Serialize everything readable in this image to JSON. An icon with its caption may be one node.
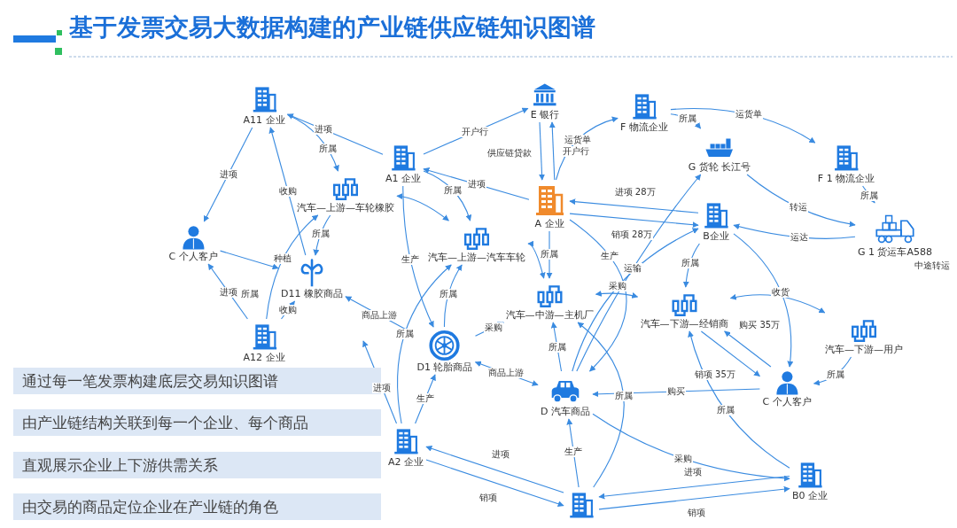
{
  "diagram": {
    "title": "基于发票交易大数据构建的产业链供应链知识图谱",
    "nodes": [
      {
        "text": [
          "A11 企业"
        ]
      },
      {
        "text": [
          "A1 企业"
        ]
      },
      {
        "text": [
          "E 银行"
        ]
      },
      {
        "text": [
          "F 物流企业"
        ]
      },
      {
        "text": [
          "G 货轮 长江号"
        ]
      },
      {
        "text": [
          "F 1 物流企业"
        ]
      },
      {
        "text": [
          "G 1 货运车A588"
        ]
      },
      {
        "text": [
          "汽车—上游—车轮橡胶"
        ]
      },
      {
        "text": [
          "汽车—上游—汽车车轮"
        ]
      },
      {
        "text": [
          "A 企业"
        ]
      },
      {
        "text": [
          "B企业"
        ]
      },
      {
        "text": [
          "C 个人客户"
        ]
      },
      {
        "text": [
          "D11 橡胶商品"
        ]
      },
      {
        "text": [
          "汽车—中游—主机厂"
        ]
      },
      {
        "text": [
          "汽车—下游—经销商"
        ]
      },
      {
        "text": [
          "汽车—下游—用户"
        ]
      },
      {
        "text": [
          "A12 企业"
        ]
      },
      {
        "text": [
          "D1 轮胎商品"
        ]
      },
      {
        "text": [
          "D 汽车商品"
        ]
      },
      {
        "text": [
          "C 个人客户"
        ]
      },
      {
        "text": [
          "A2 企业"
        ]
      },
      {
        "text": [
          "B0 企业"
        ]
      },
      {
        "text": [],
        "shape": "picture"
      },
      {
        "text": [
          "通过每一笔发票构建底层交易知识图谱"
        ]
      },
      {
        "text": [
          "由产业链结构关联到每一个企业、每个商品"
        ]
      },
      {
        "text": [
          "直观展示企业上下游供需关系"
        ]
      },
      {
        "text": [
          "由交易的商品定位企业在产业链的角色"
        ]
      }
    ],
    "edges": [
      {
        "from": 1,
        "to": 0,
        "arrow": "to",
        "label": "进项"
      },
      {
        "from": 1,
        "to": 2,
        "arrow": "to",
        "label": "开户行"
      },
      {
        "from": 2,
        "to": 9,
        "arrow": "to",
        "label": "供应链贷款"
      },
      {
        "from": 9,
        "to": 2,
        "arrow": "to",
        "label": "开户行"
      },
      {
        "from": 9,
        "to": 1,
        "arrow": "to",
        "label": "进项"
      },
      {
        "from": 0,
        "to": 7,
        "arrow": "to",
        "label": "所属"
      },
      {
        "from": 0,
        "to": 11,
        "arrow": "to",
        "label": "进项"
      },
      {
        "from": 1,
        "to": 8,
        "arrow": "to",
        "label": "所属"
      },
      {
        "from": 1,
        "to": 17,
        "arrow": "to",
        "label": "生产"
      },
      {
        "from": 7,
        "to": 8,
        "arrow": "both"
      },
      {
        "from": 7,
        "to": 12,
        "arrow": "to",
        "label": "所属"
      },
      {
        "from": 12,
        "to": 0,
        "arrow": "to",
        "label": "收购"
      },
      {
        "from": 11,
        "to": 12,
        "arrow": "to"
      },
      {
        "from": 16,
        "to": 11,
        "arrow": "to",
        "label": "进项"
      },
      {
        "from": 16,
        "to": 12,
        "arrow": "to",
        "label": "收购"
      },
      {
        "from": 16,
        "to": 7,
        "arrow": "to",
        "label": "种植"
      },
      {
        "from": 12,
        "to": 17,
        "arrow": "both",
        "label": "商品上游"
      },
      {
        "from": 17,
        "to": 8,
        "arrow": "to",
        "label": "所属"
      },
      {
        "from": 17,
        "to": 13,
        "arrow": "to",
        "label": "采购"
      },
      {
        "from": 8,
        "to": 13,
        "arrow": "both"
      },
      {
        "from": 17,
        "to": 18,
        "arrow": "both",
        "label": "商品上游"
      },
      {
        "from": 20,
        "to": 17,
        "arrow": "to",
        "label": "生产"
      },
      {
        "from": 20,
        "to": 8,
        "arrow": "to",
        "label": "所属"
      },
      {
        "from": 20,
        "to": null,
        "arrow": "to",
        "label": "进项"
      },
      {
        "from": 22,
        "to": 20,
        "arrow": "to",
        "label": "进项"
      },
      {
        "from": 20,
        "to": 22,
        "arrow": "to",
        "label": "销项"
      },
      {
        "from": 21,
        "to": 22,
        "arrow": "to",
        "label": "进项"
      },
      {
        "from": 22,
        "to": 21,
        "arrow": "to",
        "label": "销项"
      },
      {
        "from": 22,
        "to": 18,
        "arrow": "to",
        "label": "生产"
      },
      {
        "from": 22,
        "to": 13,
        "arrow": "to",
        "label": "所属"
      },
      {
        "from": 18,
        "to": 13,
        "arrow": "to",
        "label": "所属"
      },
      {
        "from": 9,
        "to": 13,
        "arrow": "to",
        "label": "所属"
      },
      {
        "from": 9,
        "to": 18,
        "arrow": "to",
        "label": "生产"
      },
      {
        "from": 9,
        "to": 3,
        "arrow": "to",
        "label": "运货单"
      },
      {
        "from": 18,
        "to": 4,
        "arrow": "to",
        "label": "运输"
      },
      {
        "from": 3,
        "to": 4,
        "arrow": "to",
        "label": "所属"
      },
      {
        "from": 3,
        "to": 5,
        "arrow": "to",
        "label": "运货单"
      },
      {
        "from": 4,
        "to": 6,
        "arrow": "to",
        "label": "转运"
      },
      {
        "from": 5,
        "to": 6,
        "arrow": "to",
        "label": "所属"
      },
      {
        "from": 6,
        "to": 10,
        "arrow": "to",
        "label": "运达"
      },
      {
        "from": 9,
        "to": 10,
        "arrow": "to",
        "label": "销项 28万"
      },
      {
        "from": 10,
        "to": 9,
        "arrow": "to",
        "label": "进项 28万"
      },
      {
        "from": 10,
        "to": 14,
        "arrow": "to",
        "label": "所属"
      },
      {
        "from": 18,
        "to": 10,
        "arrow": "to",
        "label": "采购"
      },
      {
        "from": 10,
        "to": 19,
        "arrow": "to",
        "label": "收货"
      },
      {
        "from": 13,
        "to": 14,
        "arrow": "both"
      },
      {
        "from": 14,
        "to": 15,
        "arrow": "both"
      },
      {
        "from": 14,
        "to": 19,
        "arrow": "to",
        "label": "销项 35万"
      },
      {
        "from": 19,
        "to": 14,
        "arrow": "to",
        "label": "购买 35万"
      },
      {
        "from": 19,
        "to": 18,
        "arrow": "to",
        "label": "购买"
      },
      {
        "from": 15,
        "to": 19,
        "arrow": "to",
        "label": "所属"
      },
      {
        "from": 18,
        "to": 21,
        "arrow": "to",
        "label": "采购"
      },
      {
        "from": 21,
        "to": 14,
        "arrow": "to",
        "label": "所属"
      }
    ],
    "labels": [
      "所属",
      "中途转运"
    ]
  }
}
